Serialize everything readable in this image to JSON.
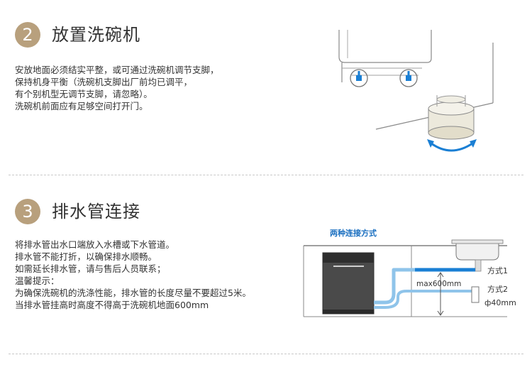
{
  "section2": {
    "number": "2",
    "title": "放置洗碗机",
    "lines": [
      "安放地面必须结实平整，或可通过洗碗机调节支脚，",
      "保持机身平衡（洗碗机支脚出厂前均已调平，",
      "有个别机型无调节支脚，请忽略）。",
      "洗碗机前面应有足够空间打开门。"
    ]
  },
  "section3": {
    "number": "3",
    "title": "排水管连接",
    "lines": [
      "将排水管出水口端放入水槽或下水管道。",
      "排水管不能打折，以确保排水顺畅。",
      "如需延长排水管，请与售后人员联系；",
      "温馨提示：",
      "为确保洗碗机的洗涤性能，排水管的长度尽量不要超过5米。",
      "当排水管挂高时高度不得高于洗碗机地面600mm"
    ],
    "diagram": {
      "title": "两种连接方式",
      "height_label": "max600mm",
      "method1": "方式1",
      "method2": "方式2",
      "pipe_diameter": "ф40mm"
    }
  },
  "colors": {
    "accent_gold": "#b8a07d",
    "pipe_blue": "#1a7fd4",
    "hose_blue": "#8fc4ea",
    "title_blue": "#1a6fc0"
  }
}
